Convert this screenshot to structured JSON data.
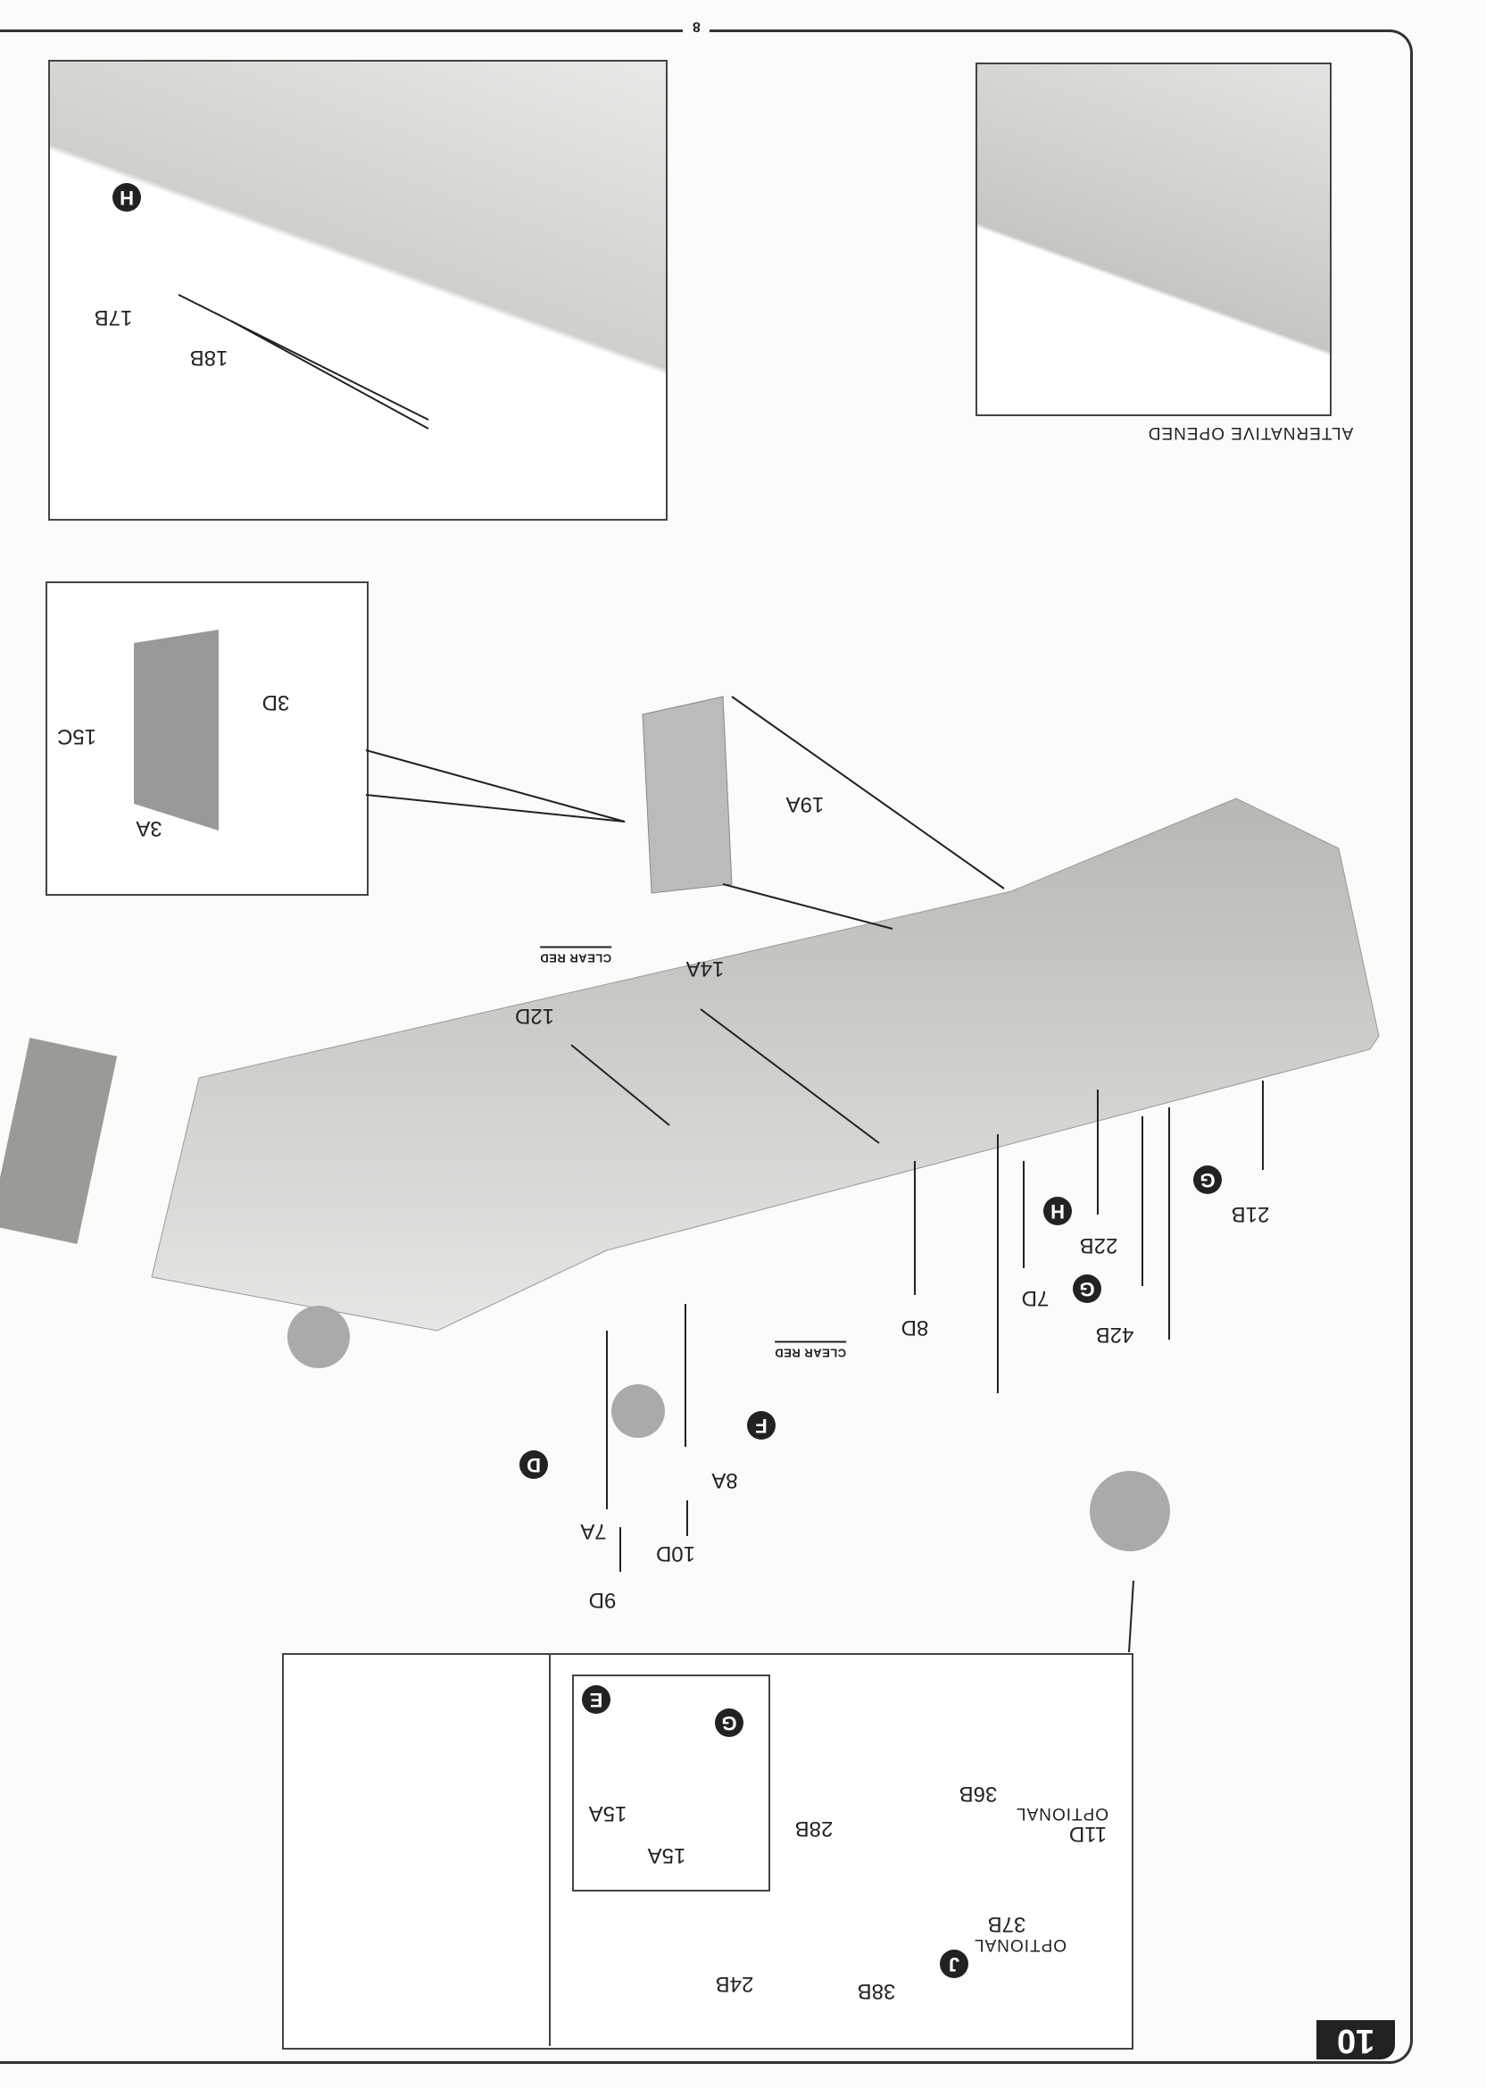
{
  "page_number": "8",
  "step_number": "10",
  "alternative_label": "ALTERNATIVE OPENED",
  "labels": {
    "l17b": "17B",
    "l18b": "18B",
    "l15c": "15C",
    "l3d": "3D",
    "l3a": "3A",
    "l19a": "19A",
    "l14a": "14A",
    "l12d": "12D",
    "l8d": "8D",
    "l21b": "21B",
    "l22b": "22B",
    "l7d": "7D",
    "l42b": "42B",
    "l8a": "8A",
    "l7a": "7A",
    "l10d": "10D",
    "l9d": "9D",
    "l15a_1": "15A",
    "l15a_2": "15A",
    "l36b": "36B",
    "l11d": "11D",
    "l28b": "28B",
    "l37b": "37B",
    "l38b": "38B",
    "l24b": "24B"
  },
  "notes": {
    "clear_red_1": "CLEAR RED",
    "clear_red_2": "CLEAR RED",
    "optional_1": "OPTIONAL",
    "optional_2": "OPTIONAL"
  },
  "callouts": {
    "h1": "H",
    "g1": "G",
    "h2": "H",
    "g2": "G",
    "f": "F",
    "d": "D",
    "e": "E",
    "g3": "G",
    "j": "J"
  }
}
